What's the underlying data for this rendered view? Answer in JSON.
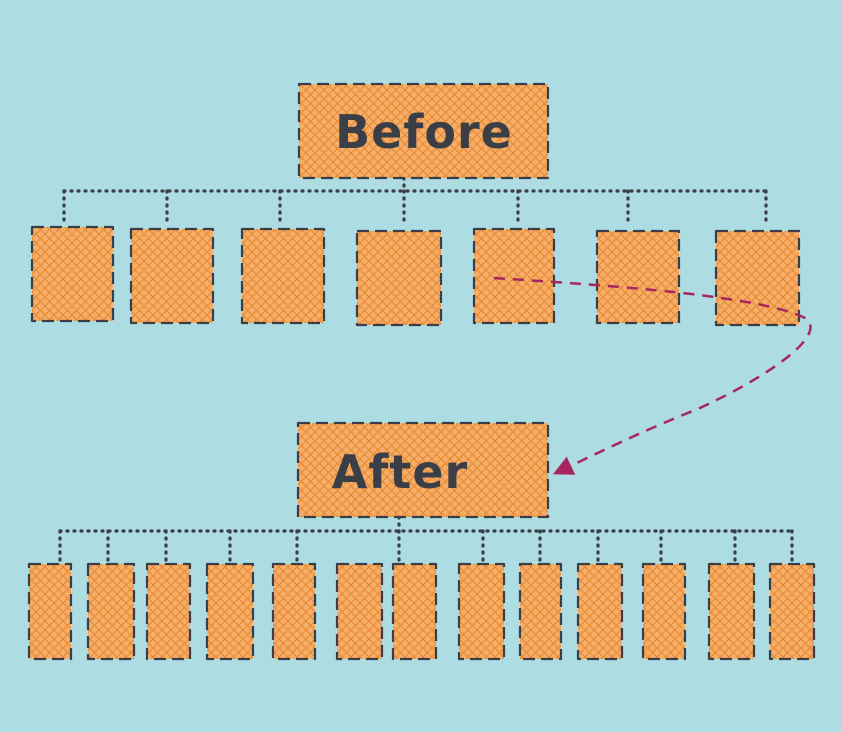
{
  "colors": {
    "background": "#aedce3",
    "box_fill": "#f5ad6a",
    "hatch": "#e8892e",
    "box_border": "#3a3f47",
    "connector": "#3a3f47",
    "arrow": "#a8265e",
    "label_text": "#3a3f47"
  },
  "before": {
    "label": "Before",
    "child_count": 7
  },
  "after": {
    "label": "After",
    "child_count": 13
  },
  "arrow": {
    "from": "before-child-5",
    "to": "after-box"
  }
}
